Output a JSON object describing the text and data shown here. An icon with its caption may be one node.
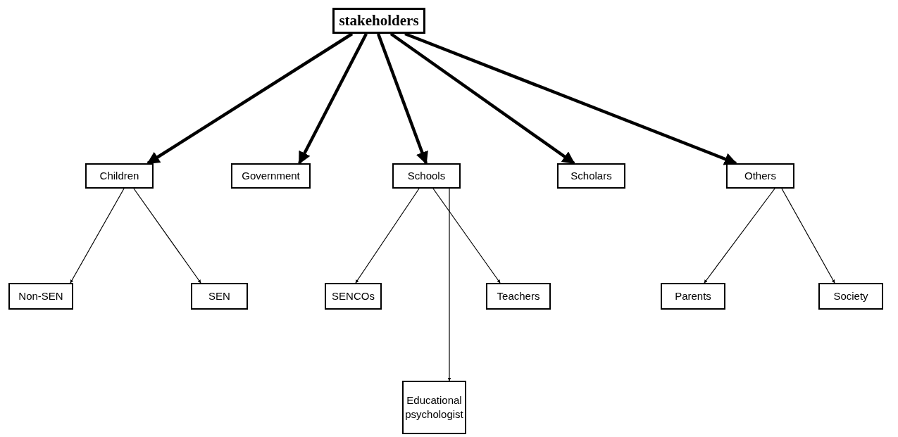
{
  "diagram": {
    "nodes": [
      {
        "text": [
          "stakeholders"
        ]
      },
      {
        "text": [
          "Children"
        ]
      },
      {
        "text": [
          "Government"
        ]
      },
      {
        "text": [
          "Schools"
        ]
      },
      {
        "text": [
          "Scholars"
        ]
      },
      {
        "text": [
          "Others"
        ]
      },
      {
        "text": [
          "Non-SEN"
        ]
      },
      {
        "text": [
          "SEN"
        ]
      },
      {
        "text": [
          "SENCOs"
        ]
      },
      {
        "text": [
          "Teachers"
        ]
      },
      {
        "text": [
          "Parents"
        ]
      },
      {
        "text": [
          "Society"
        ]
      },
      {
        "text": [
          "Educational psychologist"
        ]
      }
    ],
    "edges": [
      {
        "from": 0,
        "to": 1,
        "arrow": "to",
        "style": "thick"
      },
      {
        "from": 0,
        "to": 2,
        "arrow": "to",
        "style": "thick"
      },
      {
        "from": 0,
        "to": 3,
        "arrow": "to",
        "style": "thick"
      },
      {
        "from": 0,
        "to": 4,
        "arrow": "to",
        "style": "thick"
      },
      {
        "from": 0,
        "to": 5,
        "arrow": "to",
        "style": "thick"
      },
      {
        "from": 1,
        "to": 6,
        "arrow": "to"
      },
      {
        "from": 1,
        "to": 7,
        "arrow": "to"
      },
      {
        "from": 3,
        "to": 8,
        "arrow": "to"
      },
      {
        "from": 3,
        "to": 9,
        "arrow": "to"
      },
      {
        "from": 3,
        "to": 12,
        "arrow": "to"
      },
      {
        "from": 5,
        "to": 10,
        "arrow": "to"
      },
      {
        "from": 5,
        "to": 11,
        "arrow": "to"
      }
    ]
  }
}
